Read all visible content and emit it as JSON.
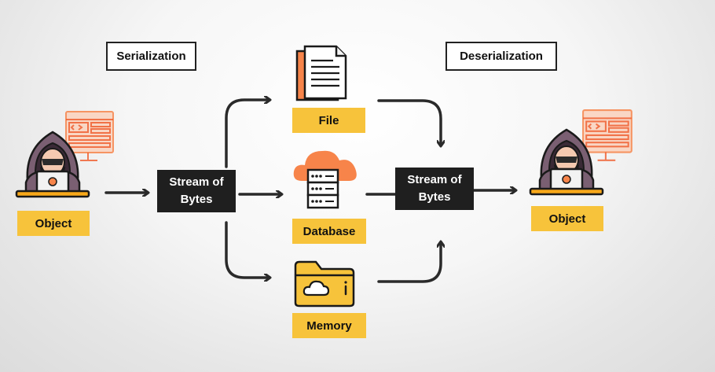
{
  "titles": {
    "serialization": "Serialization",
    "deserialization": "Deserialization"
  },
  "left": {
    "object_label": "Object",
    "stream_line1": "Stream of",
    "stream_line2": "Bytes"
  },
  "storage": {
    "file_label": "File",
    "database_label": "Database",
    "memory_label": "Memory"
  },
  "right": {
    "stream_line1": "Stream of",
    "stream_line2": "Bytes",
    "object_label": "Object"
  },
  "icons": {
    "hacker": "hacker-icon",
    "code_window": "code-window-icon",
    "file": "document-icon",
    "database": "cloud-database-icon",
    "memory": "folder-cloud-icon"
  },
  "colors": {
    "label_fill": "#f7c33b",
    "stream_fill": "#1f1f1f",
    "arrow": "#2a2a2a",
    "accent_orange": "#f7844a"
  }
}
